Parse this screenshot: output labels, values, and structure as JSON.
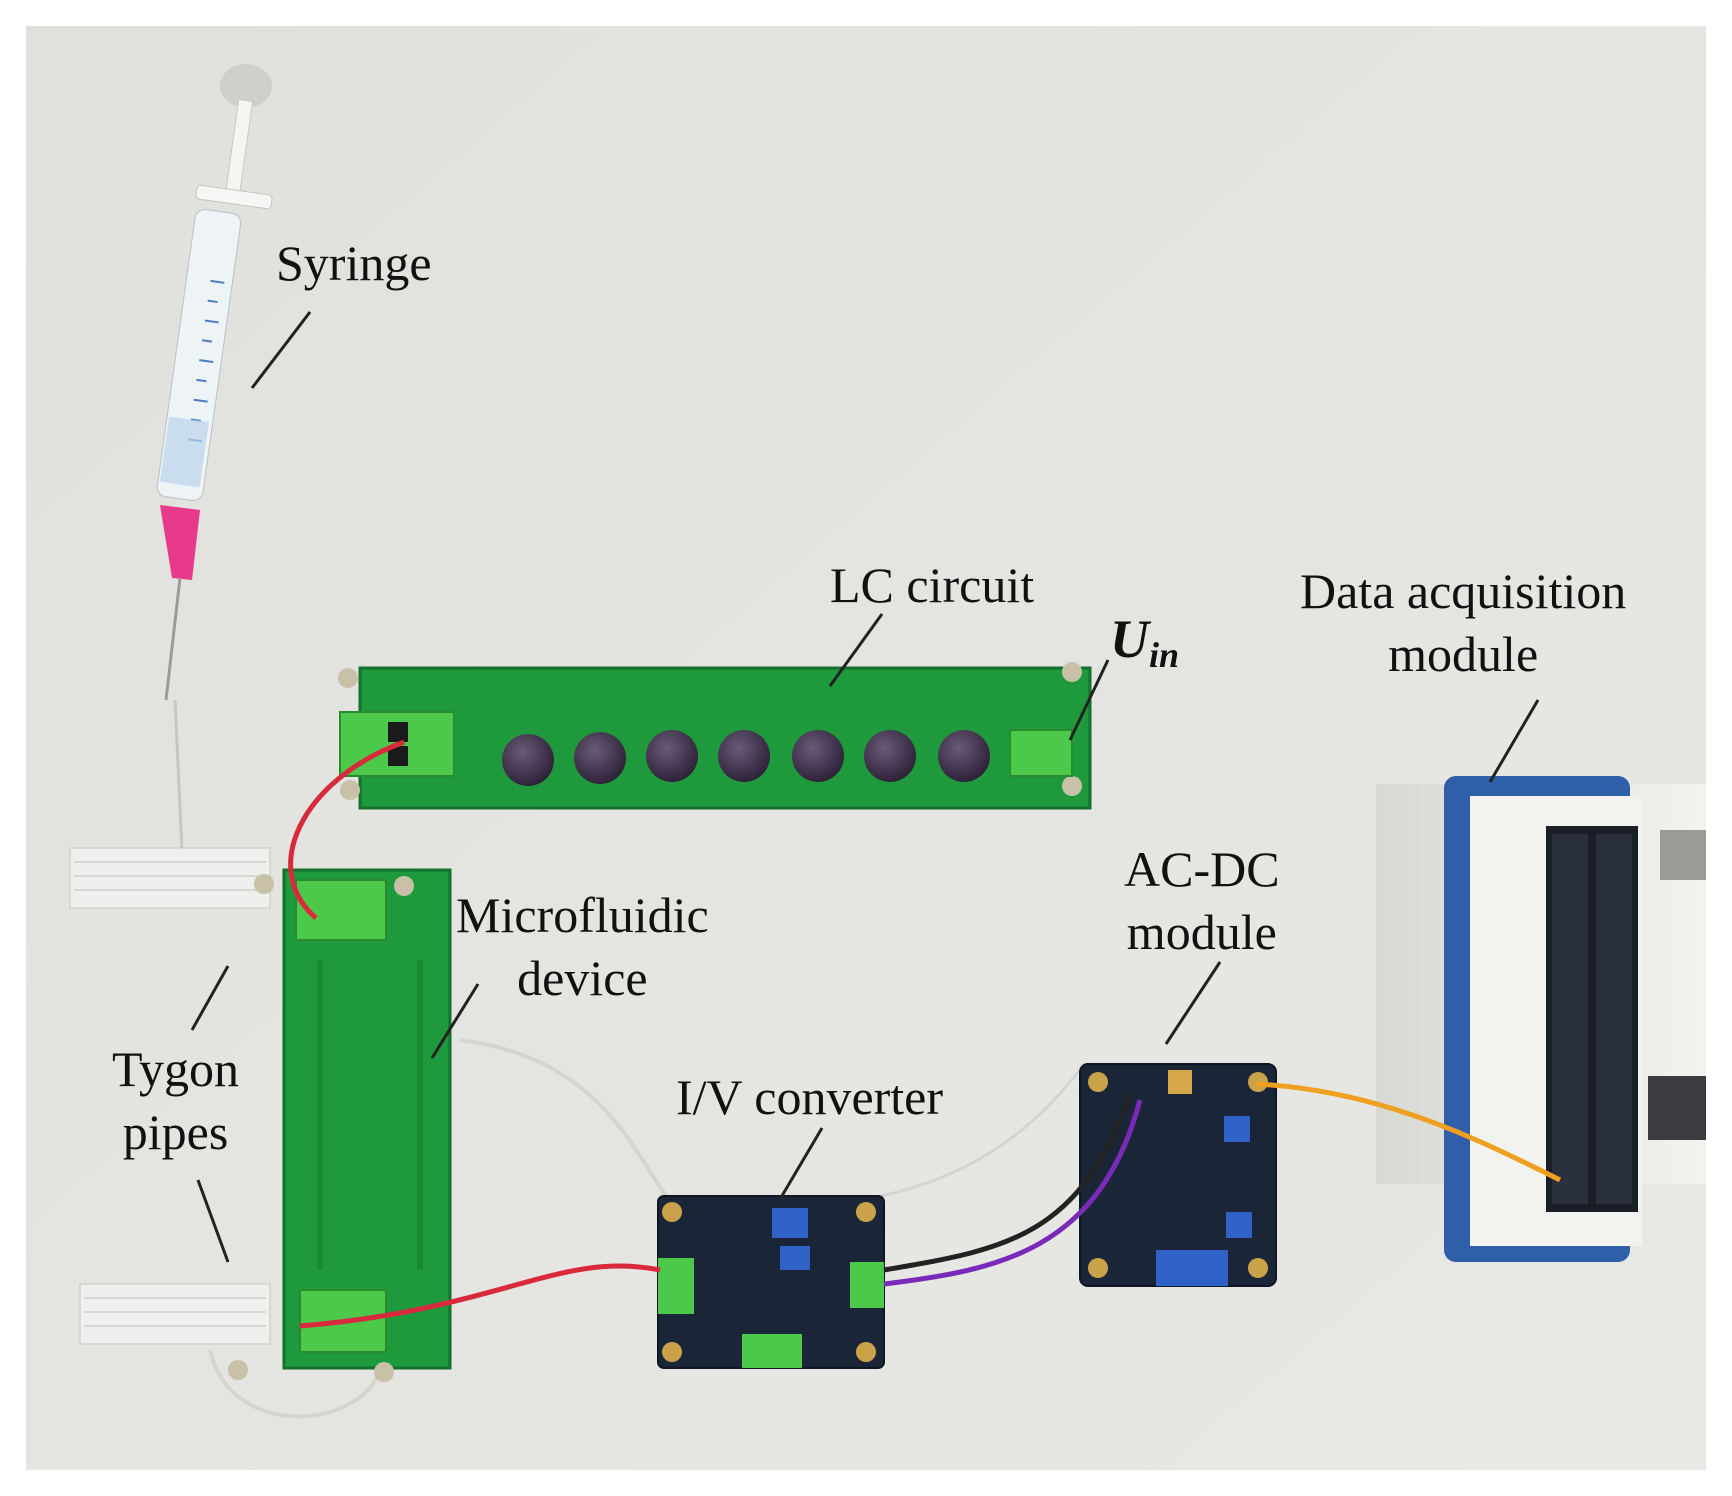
{
  "labels": {
    "syringe": "Syringe",
    "lc_circuit": "LC circuit",
    "uin_main": "U",
    "uin_sub": "in",
    "data_acquisition": [
      "Data acquisition",
      "module"
    ],
    "ac_dc": [
      "AC-DC",
      "module"
    ],
    "microfluidic": [
      "Microfluidic",
      "device"
    ],
    "tygon": [
      "Tygon",
      "pipes"
    ],
    "iv_converter": "I/V converter"
  },
  "colors": {
    "background": "#e4e4e0",
    "pcb_green": "#1e9a3c",
    "terminal_green": "#4cc84a",
    "module_navy": "#1a2638",
    "daq_blue": "#2f5fa8",
    "wire_red": "#d82a3c",
    "wire_purple": "#7a2ab8",
    "wire_orange": "#f0a020",
    "inductor": "#3a2c44"
  }
}
